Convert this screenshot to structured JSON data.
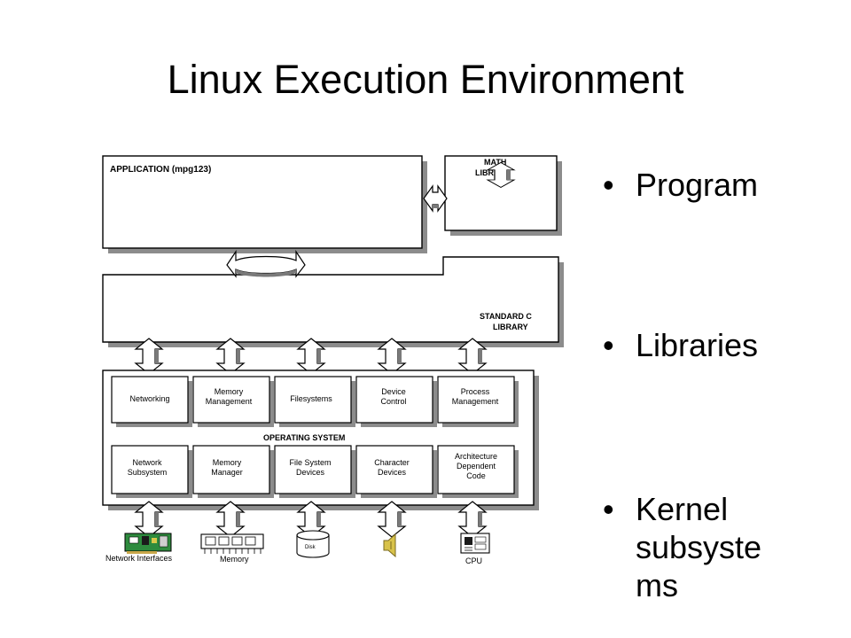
{
  "title": "Linux Execution Environment",
  "bullets": [
    {
      "symbol": "•",
      "lines": [
        "Program"
      ]
    },
    {
      "symbol": "•",
      "lines": [
        "Libraries"
      ]
    },
    {
      "symbol": "•",
      "lines": [
        "Kernel",
        "subsyste",
        "ms"
      ]
    }
  ],
  "diagram": {
    "application": "APPLICATION (mpg123)",
    "math_library": [
      "MATH",
      "LIBRARY"
    ],
    "std_c_library": [
      "STANDARD C",
      "LIBRARY"
    ],
    "operating_system": "OPERATING SYSTEM",
    "top_row": [
      [
        "Networking"
      ],
      [
        "Memory",
        "Management"
      ],
      [
        "Filesystems"
      ],
      [
        "Device",
        "Control"
      ],
      [
        "Process",
        "Management"
      ]
    ],
    "bottom_row": [
      [
        "Network",
        "Subsystem"
      ],
      [
        "Memory",
        "Manager"
      ],
      [
        "File System",
        "Devices"
      ],
      [
        "Character",
        "Devices"
      ],
      [
        "Architecture",
        "Dependent",
        "Code"
      ]
    ],
    "hardware": {
      "network": "Network Interfaces",
      "memory": "Memory",
      "disk": "Disk",
      "cpu": "CPU"
    }
  }
}
